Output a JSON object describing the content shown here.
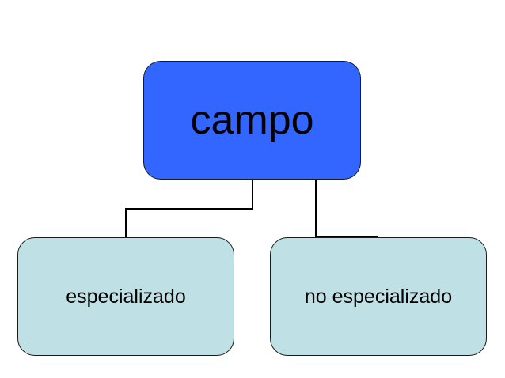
{
  "diagram": {
    "root": {
      "label": "campo"
    },
    "children": [
      {
        "label": "especializado"
      },
      {
        "label": "no especializado"
      }
    ]
  },
  "colors": {
    "root_fill": "#3366ff",
    "child_fill": "#bfe0e4",
    "border": "#1a1a1a",
    "connector": "#000000"
  }
}
